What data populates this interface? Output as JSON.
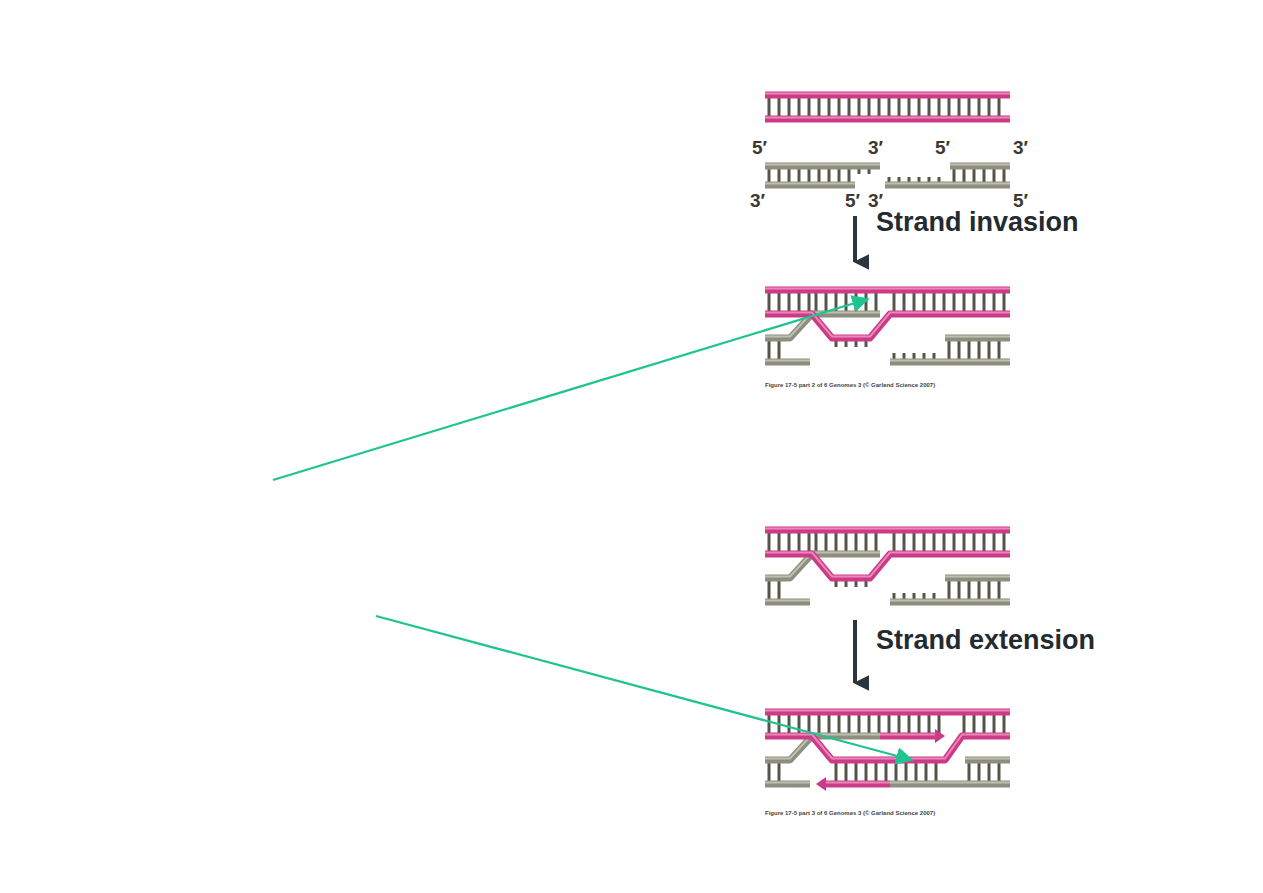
{
  "diagram": {
    "labels": [
      "5′",
      "3′",
      "5′",
      "3′",
      "3′",
      "5′",
      "3′",
      "5′",
      "Strand invasion",
      "Figure 17-5 part 2 of 6  Genomes 3 (© Garland Science 2007)",
      "Strand extension",
      "Figure 17-5 part 3 of 6  Genomes 3 (© Garland Science 2007)"
    ]
  }
}
